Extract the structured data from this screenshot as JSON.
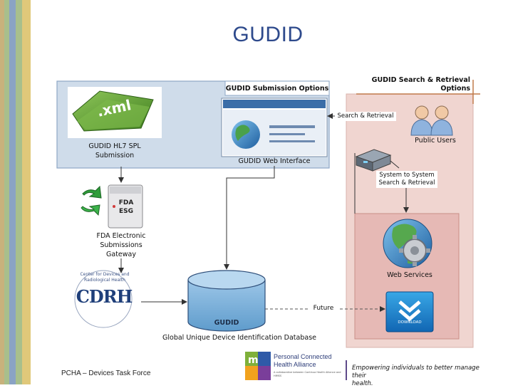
{
  "title": "GUDID",
  "colors": {
    "title": "#2e4a8c",
    "stripe_tan": "#c8b27c",
    "stripe_green": "#a8bf8c",
    "stripe_blue": "#8aa3c4",
    "submission_panel": "#cfdcea",
    "search_panel": "#f0d5d0",
    "web_services_panel": "#e6b9b5"
  },
  "diagram": {
    "submission_header": "GUDID Submission Options",
    "search_header_line1": "GUDID Search & Retrieval",
    "search_header_line2": "Options",
    "xml_label": ".xml",
    "hl7_label_line1": "GUDID HL7 SPL",
    "hl7_label_line2": "Submission",
    "web_interface_label": "GUDID Web Interface",
    "search_retrieval_label": "Search & Retrieval",
    "public_users_label": "Public Users",
    "system_to_system_line1": "System to System",
    "system_to_system_line2": "Search & Retrieval",
    "fda_server_line1": "FDA",
    "fda_server_line2": "ESG",
    "fda_esg_line1": "FDA Electronic",
    "fda_esg_line2": "Submissions",
    "fda_esg_line3": "Gateway",
    "cdrh_letters": "CDRH",
    "cdrh_ring_text": "Center for Devices and Radiological Health",
    "database_label": "GUDID",
    "database_caption": "Global Unique Device Identification Database",
    "future_label": "Future",
    "web_services_label": "Web Services",
    "download_label": "DOWNLOAD"
  },
  "footer": {
    "left_text": "PCHA – Devices Task Force",
    "logo_line1": "Personal Connected",
    "logo_line2": "Health Alliance",
    "logo_tagline": "A collaborative between Continua Health Alliance and HIMSS",
    "tagline_line1": "Empowering individuals to better manage their",
    "tagline_line2": "health."
  }
}
